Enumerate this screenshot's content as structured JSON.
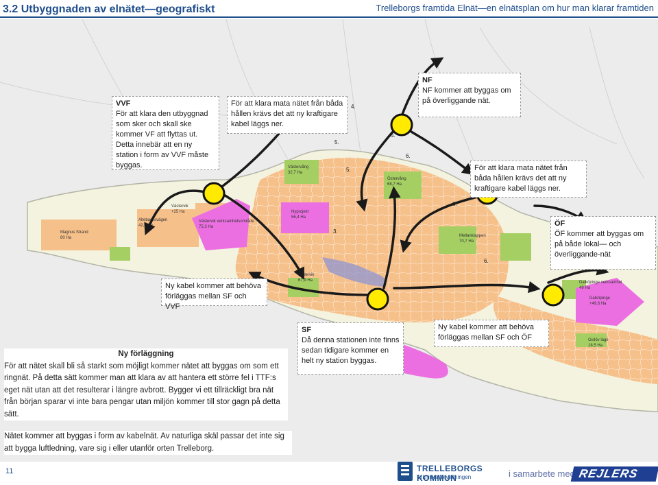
{
  "header": {
    "title": "3.2 Utbyggnaden av elnätet—geografiskt",
    "right": "Trelleborgs framtida Elnät—en elnätsplan om hur man klarar framtiden"
  },
  "map_labels": {
    "magnus_strand": "Magnus Strand",
    "magnus_strand_area": "80 Ha",
    "vastervik": "Västervik",
    "vastervik_area": "+25 Ha",
    "altebacksvagen": "Altebacksvägen",
    "altebacksvagen_area": "42,5 Ha",
    "vastervik_verksamhet": "Västervik verksamhetsområde",
    "vastervik_verksamhet_area": "75,3 Ha",
    "vastervang": "Västervång",
    "vastervang_area": "32,7 Ha",
    "ostervang": "Östervång",
    "ostervang_area": "68,7 Ha",
    "nyprojekt": "Nyprojekt",
    "nyprojekt_area": "56,4 Ha",
    "sodervik": "Södervik",
    "sodervik_area": "67,9 Ha",
    "mellanklappen": "Mellanklappen",
    "mellanklappen_area": "70,7 Ha",
    "dalkoping_verk": "Dalköpinge verksamhet",
    "dalkoping_verk_area": "49 Ha",
    "dalkoping": "Dalköpinge",
    "dalkoping_area": "+49,6 Ha",
    "grastad": "Gislöv läge",
    "grastad_area": "18,5 Ha",
    "n4a": "4.",
    "n4b": "4.",
    "n5a": "5.",
    "n5b": "5.",
    "n6a": "6.",
    "n6b": "6.",
    "n6c": "6.",
    "n3": "3."
  },
  "callouts": {
    "vvf": {
      "title": "VVF",
      "text": "För att klara den utbyggnad som sker och skall ske kommer VF att flyttas ut. Detta innebär att en ny station i form av VVF måste byggas."
    },
    "mid": {
      "text": "För att klara mata nätet från båda hållen krävs det att ny kraftigare kabel läggs ner."
    },
    "nf": {
      "title": "NF",
      "text": "NF kommer att byggas om på överliggande nät."
    },
    "right_mid": {
      "text": "För att klara mata nätet från båda hållen krävs det att ny kraftigare kabel läggs ner."
    },
    "of": {
      "title": "ÖF",
      "text": "ÖF kommer att byggas om på både lokal— och överliggande-nät"
    },
    "sf_vvf": {
      "text": "Ny kabel kommer att behöva förläggas mellan SF och VVF"
    },
    "sf": {
      "title": "SF",
      "text": "Då denna stationen inte finns sedan tidigare kommer en helt ny station byggas."
    },
    "sf_of": {
      "text": "Ny kabel kommer att behöva förläggas mellan SF och ÖF"
    }
  },
  "body_text": {
    "heading": "Ny förläggning",
    "para1": "För att nätet skall bli så starkt som möjligt kommer nätet att byggas om som ett ringnät. På detta sätt kommer man att klara av att hantera ett större fel i TTF:s eget nät utan att det resulterar i längre avbrott. Bygger vi ett tillräckligt bra nät från början sparar vi inte bara pengar utan miljön kommer till stor gagn på detta sätt.",
    "para2": "Nätet kommer att byggas i form av kabelnät. Av naturliga skäl passar det inte sig att bygga luftledning, vare sig i eller utanför orten Trelleborg."
  },
  "footer": {
    "page_number": "11",
    "kommun_name": "TRELLEBORGS KOMMUN",
    "kommun_sub": "Tekniska förvaltningen",
    "samarbete": "i samarbete med",
    "partner": "REJLERS"
  },
  "colors": {
    "primary": "#1f4e8c",
    "station_fill": "#ffea00",
    "urban": "#f6c08a",
    "greenery": "#a5cf62",
    "industry": "#ec6fe2",
    "sea": "#ffffff"
  },
  "icons": {
    "station": "yellow-circle-station",
    "cable": "black-arrow-route"
  }
}
